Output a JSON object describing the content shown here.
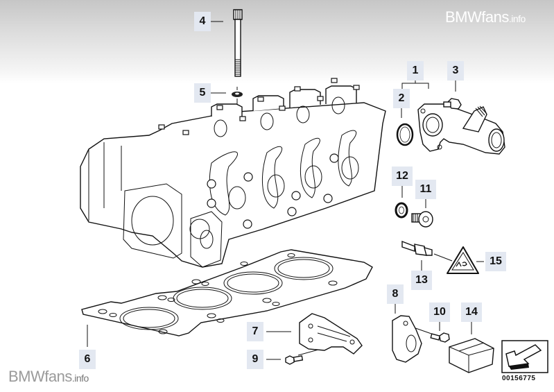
{
  "diagram": {
    "title": "Cylinder head exploded parts diagram",
    "reference_number": "00156775",
    "watermark_top": {
      "main": "BMWfans",
      "suffix": ".info"
    },
    "watermark_bottom": {
      "main": "BMWfans",
      "suffix": ".info"
    },
    "colors": {
      "label_bg": "#e3e8f1",
      "header_gradient_top": "#c6c6c6",
      "line": "#111111"
    },
    "callouts": [
      {
        "id": "1",
        "part": "Thermostat housing assembly (water outlet)"
      },
      {
        "id": "2",
        "part": "O-ring"
      },
      {
        "id": "3",
        "part": "Bolt"
      },
      {
        "id": "4",
        "part": "Cylinder head bolt"
      },
      {
        "id": "5",
        "part": "Washer"
      },
      {
        "id": "6",
        "part": "Cylinder head gasket"
      },
      {
        "id": "7",
        "part": "Bracket"
      },
      {
        "id": "8",
        "part": "Lifting eye / bracket"
      },
      {
        "id": "9",
        "part": "Hex bolt"
      },
      {
        "id": "10",
        "part": "Hex bolt"
      },
      {
        "id": "11",
        "part": "Screw plug"
      },
      {
        "id": "12",
        "part": "Sealing ring"
      },
      {
        "id": "13",
        "part": "Temperature sensor"
      },
      {
        "id": "14",
        "part": "Gasket set / kit"
      },
      {
        "id": "15",
        "part": "Warning label (hot surface)"
      }
    ]
  }
}
